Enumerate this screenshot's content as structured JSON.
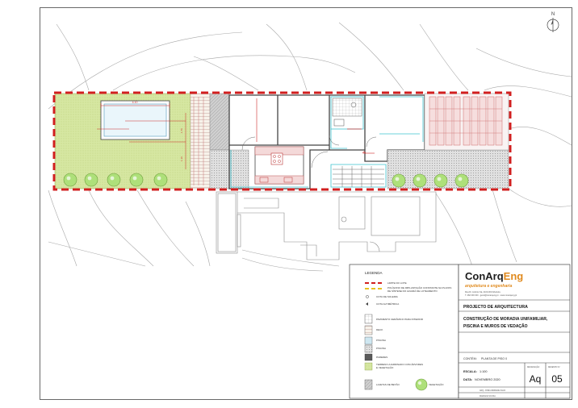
{
  "north": {
    "label": "N"
  },
  "plan": {
    "dim_pool_width": "4.10",
    "dim_a": "1.76",
    "dim_b": "1.16"
  },
  "legend": {
    "title": "LEGENDA",
    "items": [
      "LIMITE DO LOTE",
      "POLÍGONO DE IMPLANTAÇÃO CONSTANTE NA PLANTA",
      "DE SÍNTESE DO ALVARÁ DE LOTEAMENTO",
      "COTA DE SOLEIRA",
      "COTA ALTIMÉTRICA",
      "PAVIMENTO CERÂMICO PARA INTERIOR",
      "DECK",
      "PISCINA",
      "PISCINA",
      "PAREDES",
      "TERRENO AJARDINADO COM ÁRVORES",
      "E VEGETAÇÃO",
      "LAJETAS DE BETÃO",
      "VEGETAÇÃO"
    ]
  },
  "titleblock": {
    "brand_a": "ConArq",
    "brand_b": "Eng",
    "tagline": "arquitetura e engenharia",
    "contact_1": "Rua Dr. António Sá, 2100-000 Albufeira",
    "contact_2": "T. 282 000 000 · geral@conarqeng.pt · www.conarqeng.pt",
    "project_header": "PROJECTO DE ARQUITECTURA",
    "project_title_1": "CONSTRUÇÃO DE MORADIA UNIFAMILIAR,",
    "project_title_2": "PISCINA E MUROS DE VEDAÇÃO",
    "contem_label": "CONTÉM:",
    "contem_value": "PLANTA DE PISO 0",
    "escala_label": "ESCALA:",
    "escala_value": "1:100",
    "data_label": "DATA:",
    "data_value": "NOVEMBRO 2020",
    "designacao_label": "DESIGNAÇÃO",
    "designacao_value": "Aq",
    "desenho_label": "DESENHO N.º",
    "desenho_value": "05",
    "row1": "ARQ. JOSÉ ANDRADE SILVA",
    "row2": "MARIANA SOUSA"
  }
}
